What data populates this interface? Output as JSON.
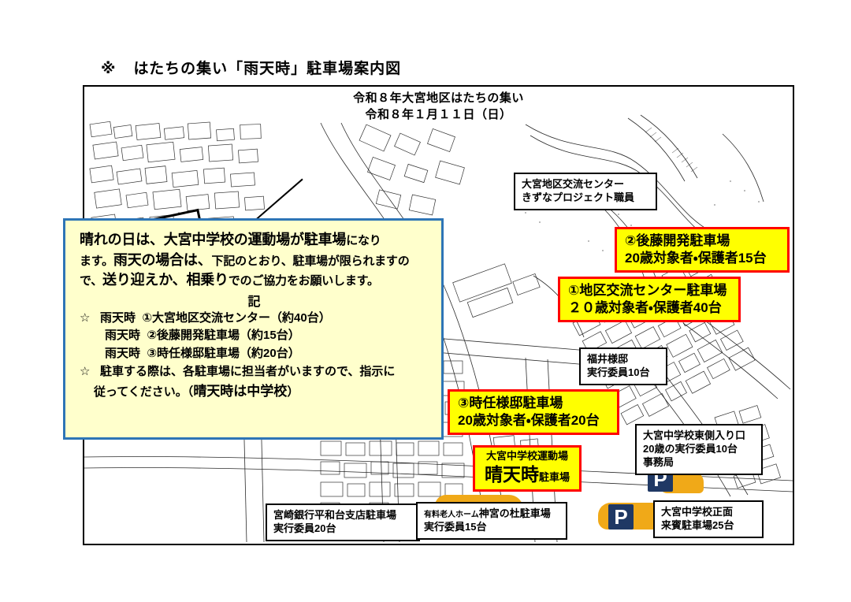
{
  "document": {
    "title_mark": "※",
    "title": "はたちの集い「雨天時」駐車場案内図",
    "header_line1": "令和８年大宮地区はたちの集い",
    "header_line2": "令和８年１月１１日（日）"
  },
  "info_panel": {
    "lead_line1": "晴れの日は、大宮中学校の運動場が駐車場",
    "lead_line1_tail": "になり",
    "lead_line2_head": "ます。",
    "lead_line2_mid": "雨天の場合は、",
    "lead_line2_tail": "下記のとおり、駐車場が限られますの",
    "lead_line3_head": "で、",
    "lead_line3_mid": "送り迎えか、相乗り",
    "lead_line3_tail": "でのご協力をお願いします。",
    "ki": "記",
    "items": [
      {
        "star": "☆",
        "label": "雨天時",
        "text": "①大宮地区交流センター（約40台）"
      },
      {
        "star": "",
        "label": "雨天時",
        "text": "②後藤開発駐車場（約15台）"
      },
      {
        "star": "",
        "label": "雨天時",
        "text": "③時任様邸駐車場（約20台）"
      }
    ],
    "note_star": "☆",
    "note_line1": "駐車する際は、各駐車場に担当者がいますので、指示に",
    "note_line2_head": "従ってください。（",
    "note_line2_strong": "晴天時は中学校",
    "note_line2_tail": "）"
  },
  "callouts": {
    "kizuna": {
      "line1": "大宮地区交流センター",
      "line2": "きずなプロジェクト職員"
    },
    "goto": {
      "line1": "②後藤開発駐車場",
      "line2": "20歳対象者・保護者15台"
    },
    "center": {
      "line1": "①地区交流センター駐車場",
      "line2": "２０歳対象者・保護者40台"
    },
    "fukui": {
      "line1": "福井様邸",
      "line2": "実行委員10台"
    },
    "tokito": {
      "line1": "③時任様邸駐車場",
      "line2": "20歳対象者・保護者20台"
    },
    "east_gate": {
      "line1": "大宮中学校東側入り口",
      "line2": "20歳の実行委員10台",
      "line3": "事務局"
    },
    "ground": {
      "line1": "大宮中学校運動場",
      "line2_big": "晴天時",
      "line2_small": "駐車場"
    },
    "miyazaki_bank": {
      "line1": "宮崎銀行平和台支店駐車場",
      "line2": "実行委員20台"
    },
    "jingu": {
      "line1_small": "有料老人ホーム",
      "line1_big": "神宮の杜駐車場",
      "line2": "実行委員15台"
    },
    "front_gate": {
      "line1": "大宮中学校正面",
      "line2": "来賓駐車場25台"
    }
  },
  "markers": {
    "parking_letter": "P"
  },
  "colors": {
    "highlight_cyan": "#29ABE2",
    "highlight_orange": "#F0A918",
    "marker_navy": "#1F3864",
    "callout_yellow": "#FFFF00",
    "callout_red_border": "#FF0000",
    "panel_fill": "#FFFFCC",
    "panel_border": "#2E75B6"
  }
}
